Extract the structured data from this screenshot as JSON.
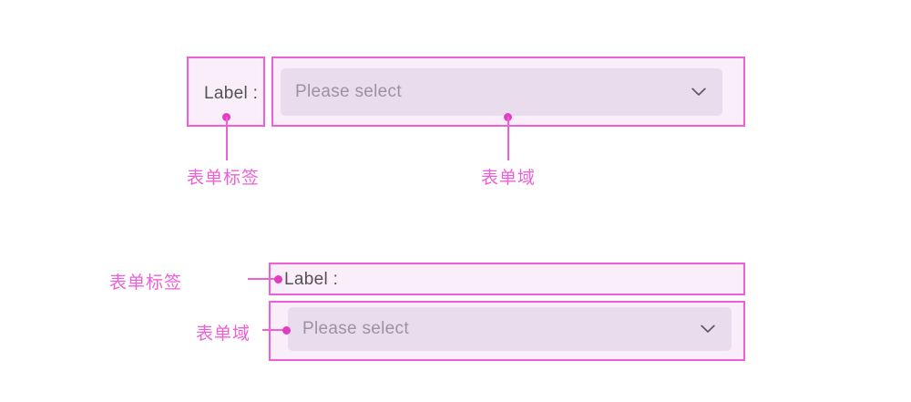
{
  "theme": {
    "annotation_color": "#ef5fd8",
    "annotation_dot_color": "#e23cc0",
    "annotation_text_color": "#ee5fd6",
    "box_fill": "#fbeefb",
    "control_fill": "#e9dced",
    "label_text_color": "#55505a",
    "placeholder_color": "#9a93a3",
    "page_background": "#ffffff"
  },
  "examples": [
    {
      "id": "horizontal-layout",
      "label_box": {
        "text": "Label :"
      },
      "field_box": {
        "control": {
          "placeholder": "Please select",
          "icon": "chevron-down-icon"
        }
      },
      "annotations": [
        {
          "id": "form-label",
          "text": "表单标签"
        },
        {
          "id": "form-field",
          "text": "表单域"
        }
      ]
    },
    {
      "id": "vertical-layout",
      "label_box": {
        "text": "Label :"
      },
      "field_box": {
        "control": {
          "placeholder": "Please select",
          "icon": "chevron-down-icon"
        }
      },
      "annotations": [
        {
          "id": "form-label",
          "text": "表单标签"
        },
        {
          "id": "form-field",
          "text": "表单域"
        }
      ]
    }
  ]
}
